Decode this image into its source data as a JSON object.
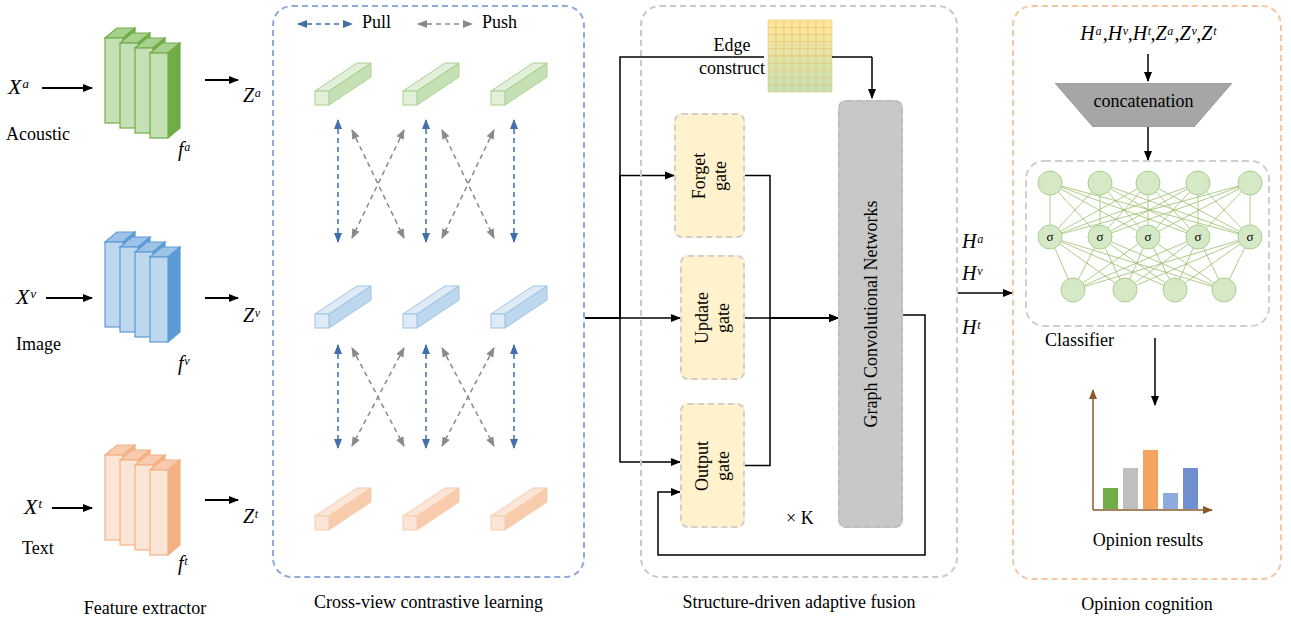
{
  "diagram": {
    "nodes": [
      {
        "text": [
          "Cross-view contrastive learning"
        ]
      },
      {
        "text": [
          "Structure-driven adaptive fusion"
        ]
      },
      {
        "text": [
          "Forget gate"
        ],
        "in": 1
      },
      {
        "text": [
          "Update gate"
        ],
        "in": 1
      },
      {
        "text": [
          "Output gate"
        ],
        "in": 1
      },
      {
        "text": [
          "Graph Convolutional Networks"
        ],
        "in": 1
      },
      {
        "text": [
          "Opinion cognition"
        ]
      },
      {
        "text": [
          "concatenation"
        ],
        "in": 6
      },
      {
        "text": [
          "Classifier"
        ],
        "in": 6
      }
    ],
    "edges": [
      {
        "from": 0,
        "to": 2,
        "arrow": "to"
      },
      {
        "from": 0,
        "to": 3,
        "arrow": "to"
      },
      {
        "from": 0,
        "to": 4,
        "arrow": "to"
      },
      {
        "from": 2,
        "to": 5,
        "arrow": "to"
      },
      {
        "from": 3,
        "to": 5,
        "arrow": "to"
      },
      {
        "from": 4,
        "to": 5,
        "arrow": "to"
      },
      {
        "from": 5,
        "to": 4,
        "arrow": "to"
      },
      {
        "from": 1,
        "to": 6,
        "arrow": "to"
      },
      {
        "from": 7,
        "to": 8,
        "arrow": "to"
      }
    ],
    "labels": [
      "Xᵃ",
      "Acoustic",
      "fᵃ",
      "Zᵃ",
      "Xᵛ",
      "Image",
      "fᵛ",
      "Zᵛ",
      "Xᵗ",
      "Text",
      "fᵗ",
      "Zᵗ",
      "Feature extractor",
      "Edge construct",
      "× K",
      "Hᵃ",
      "Hᵛ",
      "Hᵗ",
      "Hᵃ,Hᵛ,Hᵗ,Zᵃ,Zᵛ,Zᵗ",
      "σ",
      "σ",
      "σ",
      "σ",
      "σ",
      "Opinion results"
    ],
    "legend": [
      {
        "text": "Pull"
      },
      {
        "text": "Push"
      }
    ]
  }
}
